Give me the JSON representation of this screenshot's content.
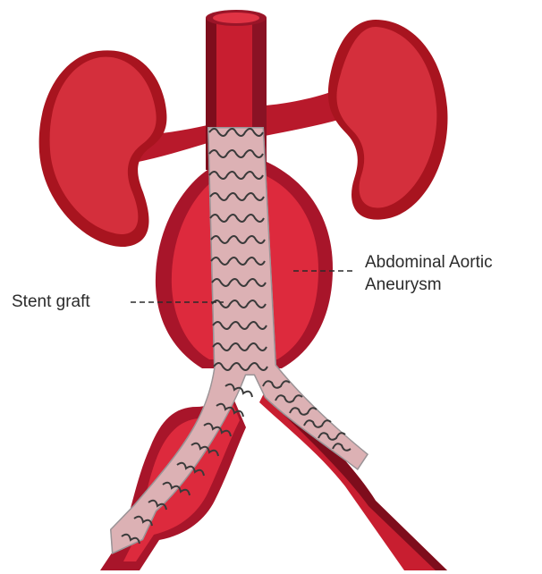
{
  "labels": {
    "stent_graft": "Stent graft",
    "aneurysm_line1": "Abdominal Aortic",
    "aneurysm_line2": "Aneurysm"
  },
  "colors": {
    "kidney": "#d42f3c",
    "kidney_dark": "#a8141f",
    "vessel": "#c81e30",
    "vessel_dark": "#7e0d1c",
    "vessel_light": "#e03344",
    "aneurysm_outer": "#a8152a",
    "aneurysm_inner": "#dd2a3d",
    "stent_fill": "#dcb1b4",
    "stent_edge": "#9a9497",
    "stent_wire": "#3a3a3a",
    "leader": "#2b2b2b",
    "text": "#2b2b2b"
  }
}
